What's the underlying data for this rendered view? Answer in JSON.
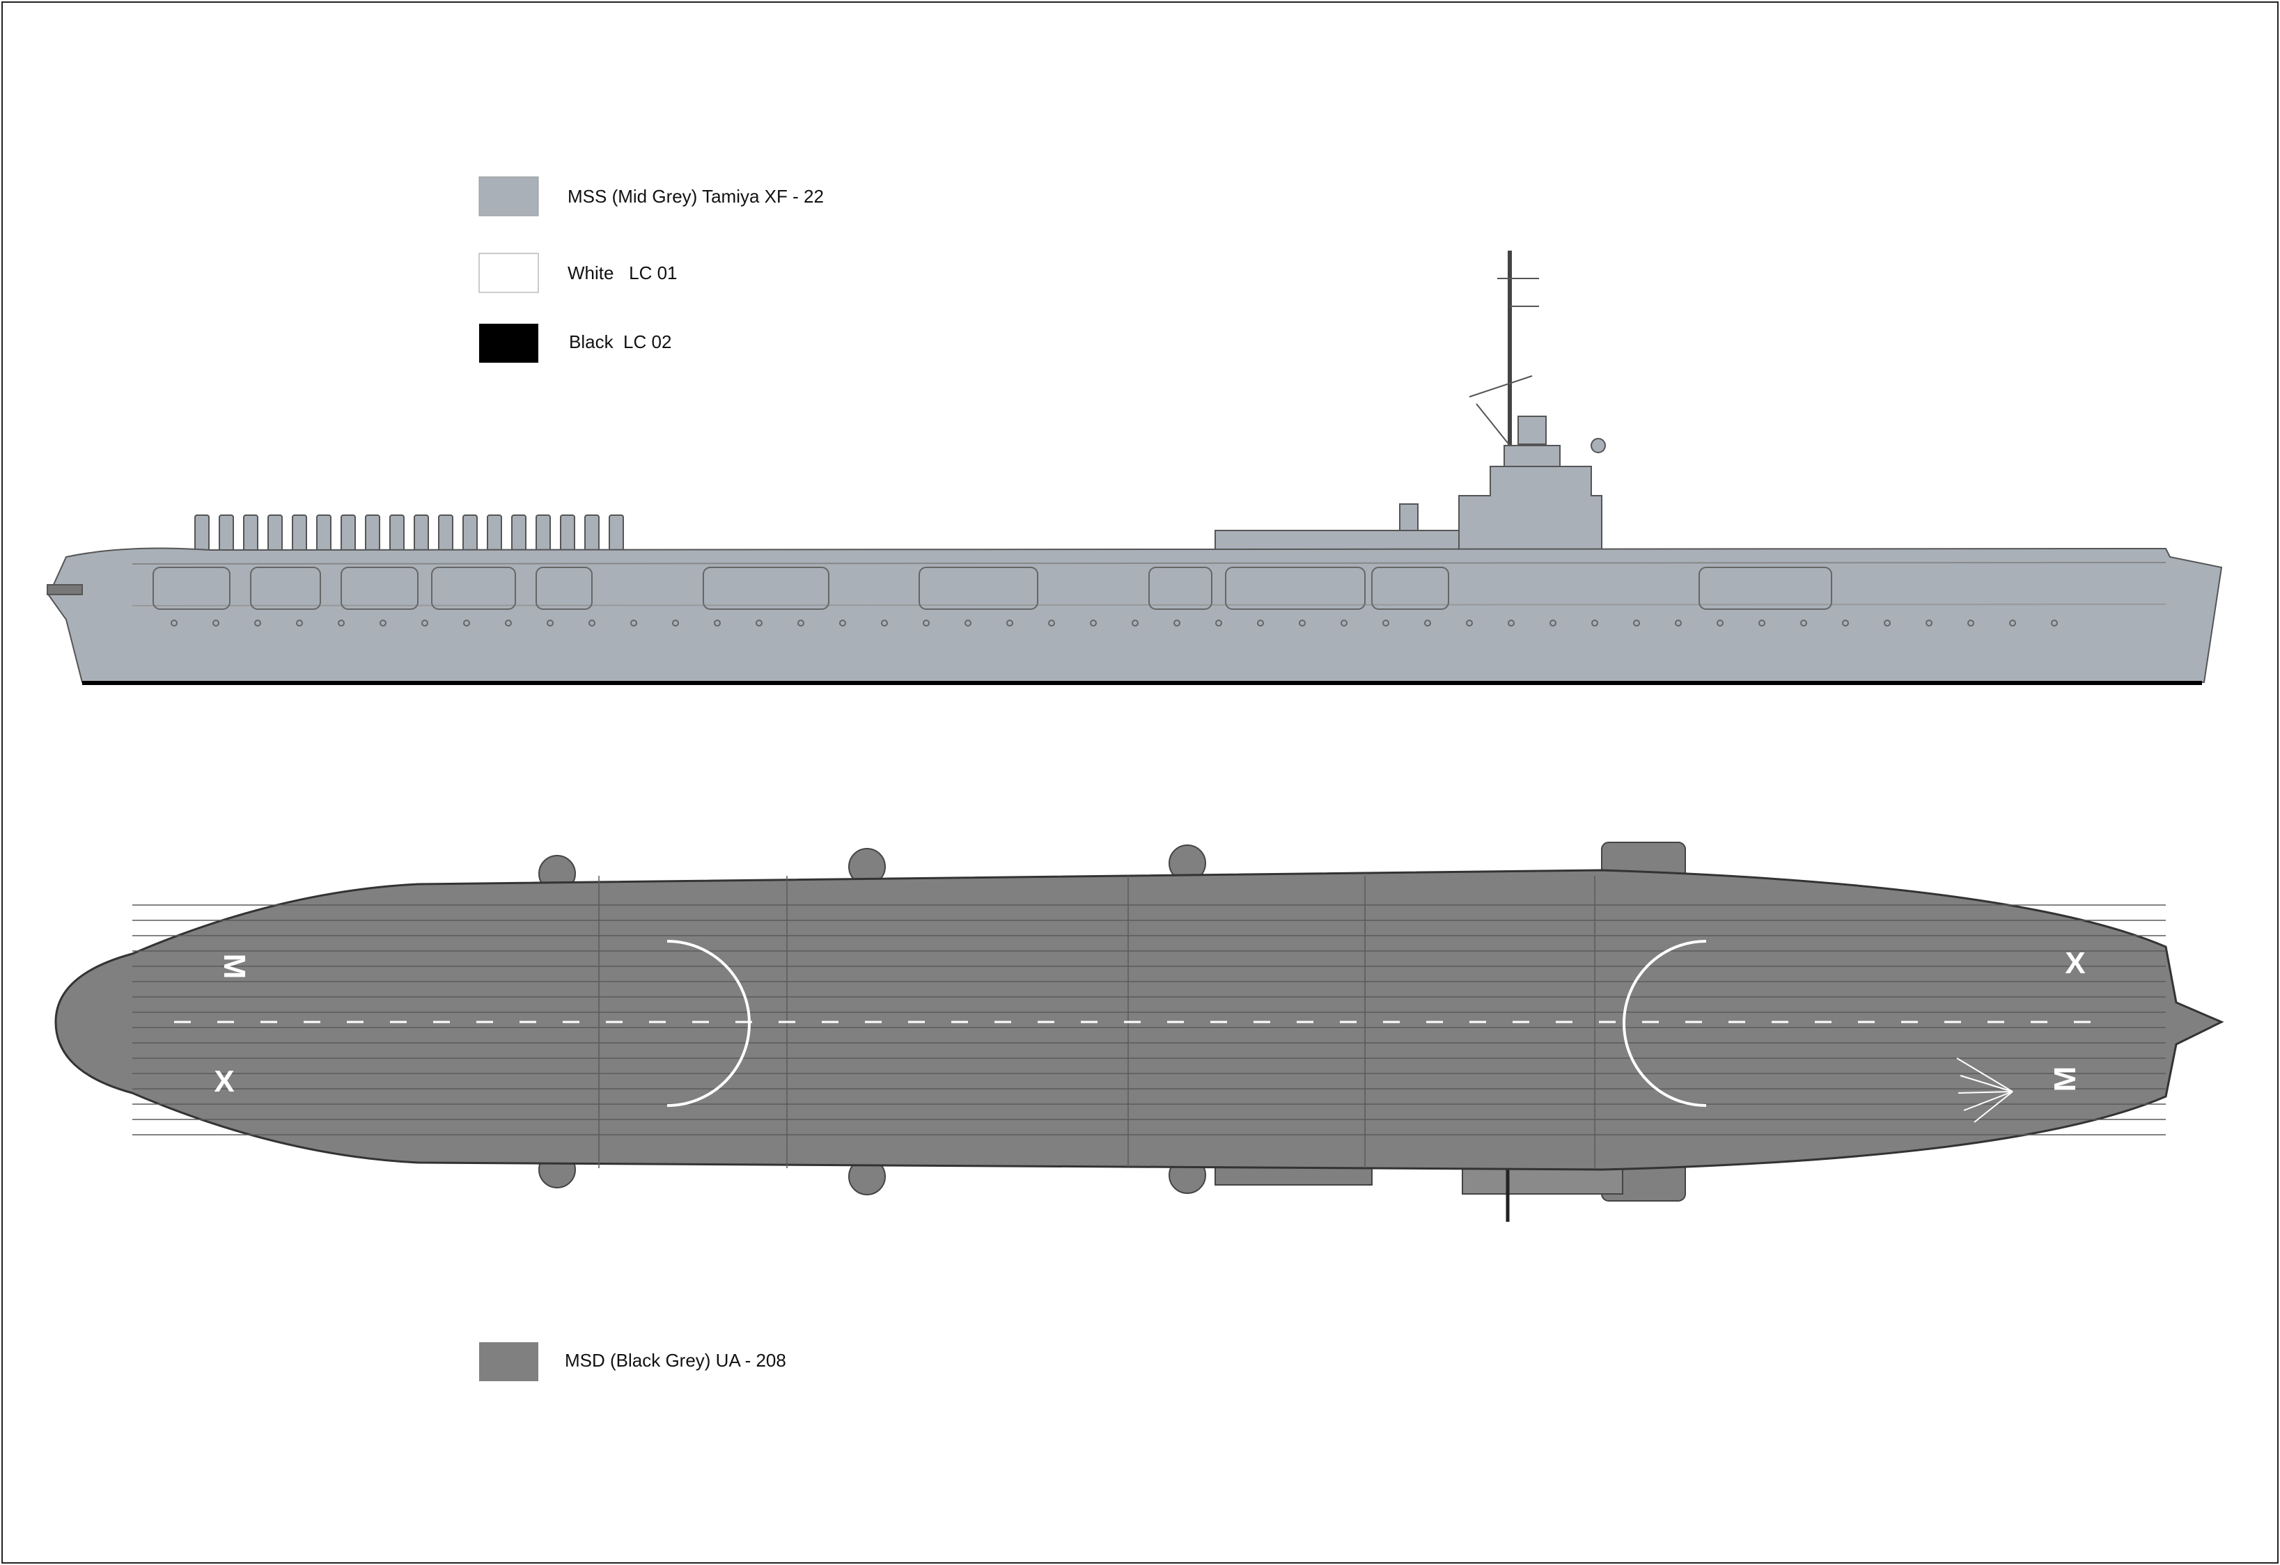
{
  "legend": [
    {
      "label": "MSS (Mid Grey) Tamiya XF - 22",
      "color": "#a9b0b8"
    },
    {
      "label": "White   LC 01",
      "color": "#ffffff"
    },
    {
      "label": "Black  LC 02",
      "color": "#000000"
    }
  ],
  "legend_deck": {
    "label": "MSD (Black Grey) UA - 208",
    "color": "#808080"
  },
  "deck_markings": {
    "stern_upper": "M",
    "stern_lower": "X",
    "bow_upper": "X",
    "bow_lower": "M"
  }
}
